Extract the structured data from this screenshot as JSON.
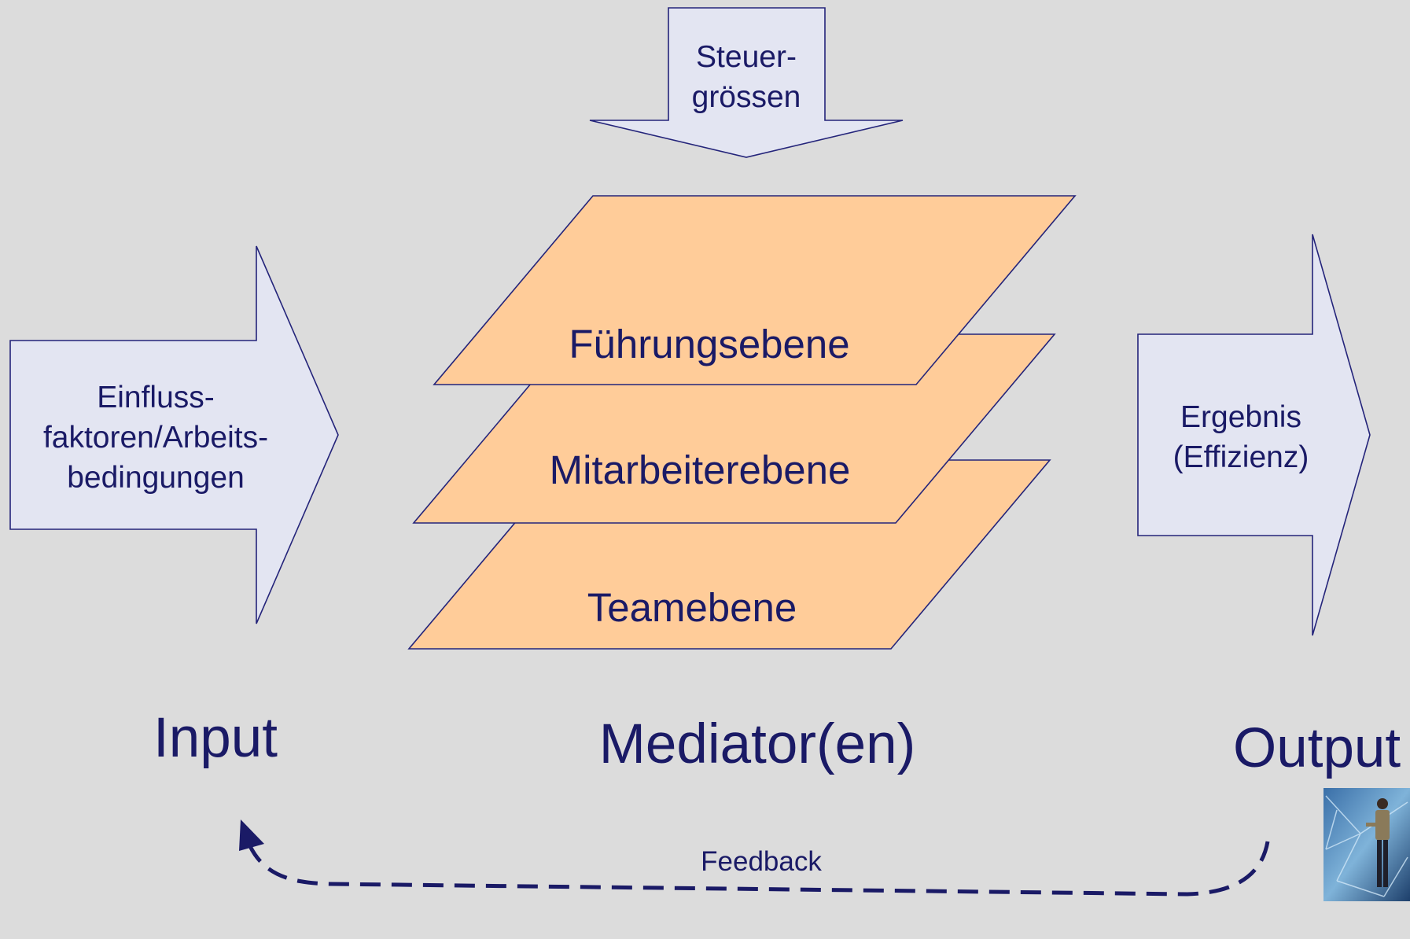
{
  "control_arrow": {
    "lines": [
      "Steuer-",
      "grössen"
    ]
  },
  "input_arrow": {
    "lines": [
      "Einfluss-",
      "faktoren/Arbeits-",
      "bedingungen"
    ]
  },
  "output_arrow": {
    "lines": [
      "Ergebnis",
      "(Effizienz)"
    ]
  },
  "layers": {
    "top": "Führungsebene",
    "middle": "Mitarbeiterebene",
    "bottom": "Teamebene"
  },
  "stages": {
    "input": "Input",
    "mediator": "Mediator(en)",
    "output": "Output"
  },
  "feedback": {
    "label": "Feedback"
  },
  "colors": {
    "background": "#dcdcdc",
    "arrow_fill": "#e3e5f2",
    "layer_fill": "#ffcc99",
    "outline": "#24247a",
    "text": "#1a1a66"
  }
}
